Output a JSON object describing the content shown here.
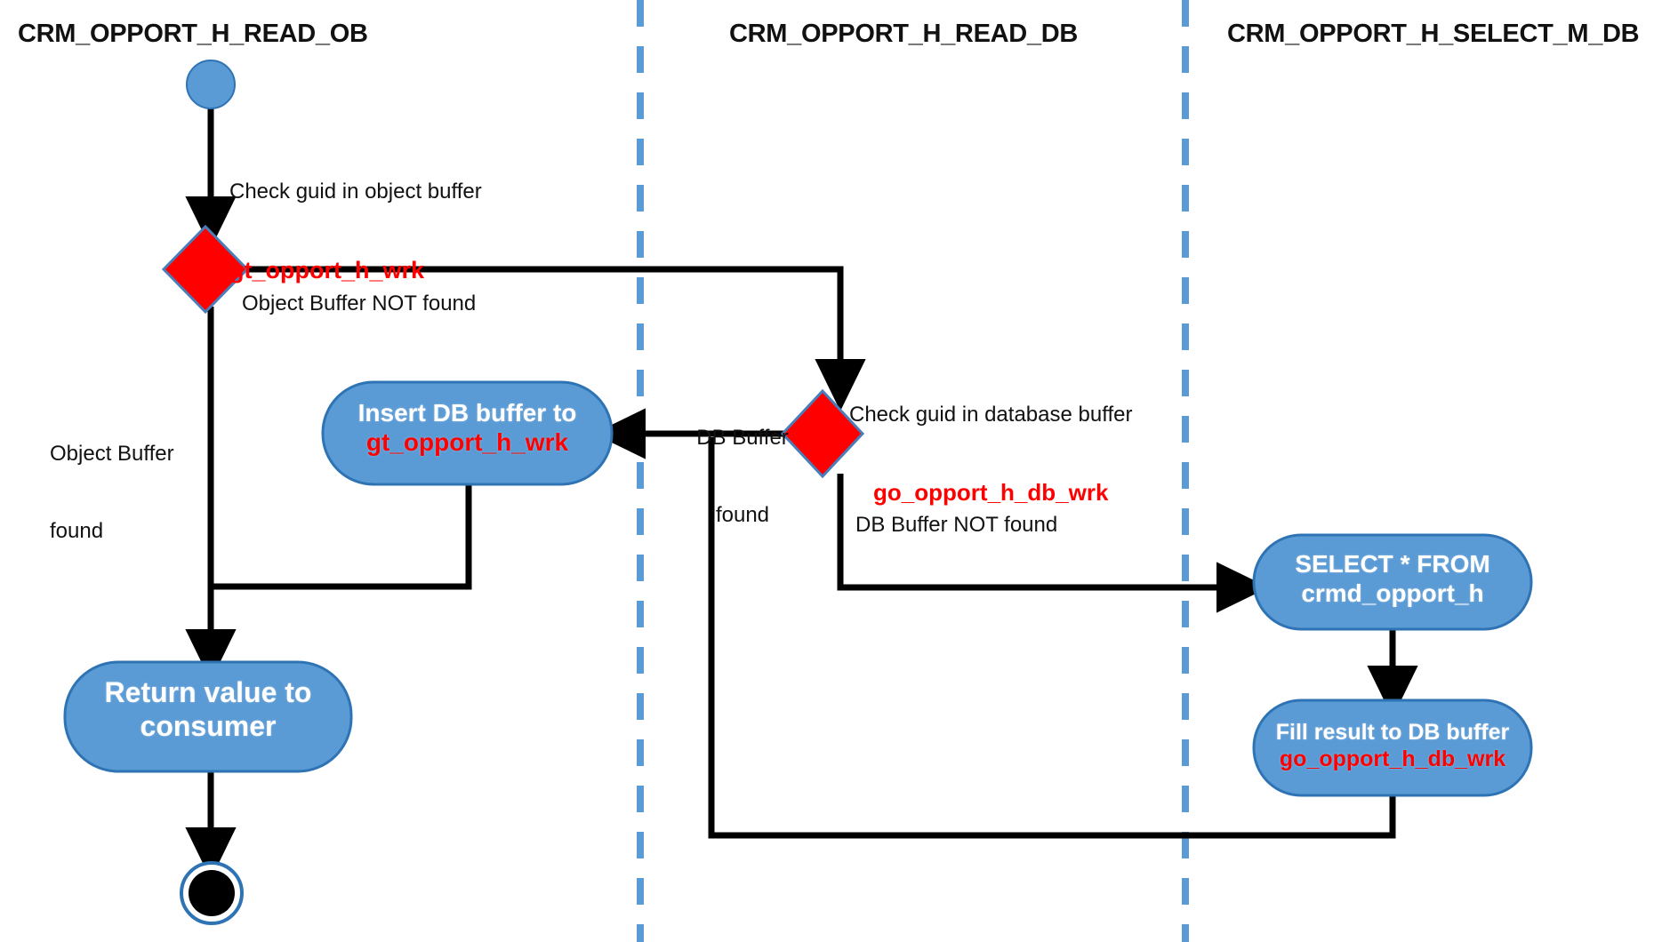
{
  "diagram": {
    "type": "uml-activity-swimlane",
    "title_bar_visible": false,
    "background": "#FFFFFF",
    "colors": {
      "node_fill": "#5B9BD5",
      "node_stroke": "#2E74B5",
      "decision_fill": "#FF0000",
      "decision_stroke": "#2E74B5",
      "lane_divider": "#5B9BD5",
      "edge": "#000000",
      "code_text": "#FF0000",
      "node_text": "#FFFFFF",
      "label_text": "#111111"
    }
  },
  "lanes": [
    {
      "id": "lane-read-ob",
      "title": "CRM_OPPORT_H_READ_OB"
    },
    {
      "id": "lane-read-db",
      "title": "CRM_OPPORT_H_READ_DB"
    },
    {
      "id": "lane-select-db",
      "title": "CRM_OPPORT_H_SELECT_M_DB"
    }
  ],
  "nodes": {
    "start": {
      "kind": "initial-node",
      "label": ""
    },
    "end": {
      "kind": "final-node",
      "label": ""
    },
    "decision1": {
      "kind": "decision",
      "label": ""
    },
    "decision2": {
      "kind": "decision",
      "label": ""
    },
    "insert_db_buffer": {
      "kind": "action",
      "line1": "Insert DB buffer to",
      "line2": "gt_opport_h_wrk"
    },
    "return_value": {
      "kind": "action",
      "line1": "Return value to",
      "line2": "consumer"
    },
    "select_from": {
      "kind": "action",
      "line1": "SELECT * FROM",
      "line2": "crmd_opport_h"
    },
    "fill_result": {
      "kind": "action",
      "line1": "Fill result to DB buffer",
      "line2": "go_opport_h_db_wrk"
    }
  },
  "edge_labels": {
    "check_object_buffer": {
      "line1": "Check guid in object buffer",
      "line2": "gt_opport_h_wrk"
    },
    "object_buffer_not_found": "Object Buffer NOT found",
    "object_buffer_found": {
      "line1": "Object Buffer",
      "line2": "found"
    },
    "check_database_buffer": {
      "line1": "Check guid in database buffer",
      "line2": "go_opport_h_db_wrk"
    },
    "db_buffer_found": {
      "line1": "DB Buffer",
      "line2": "found"
    },
    "db_buffer_not_found": "DB Buffer NOT found"
  }
}
